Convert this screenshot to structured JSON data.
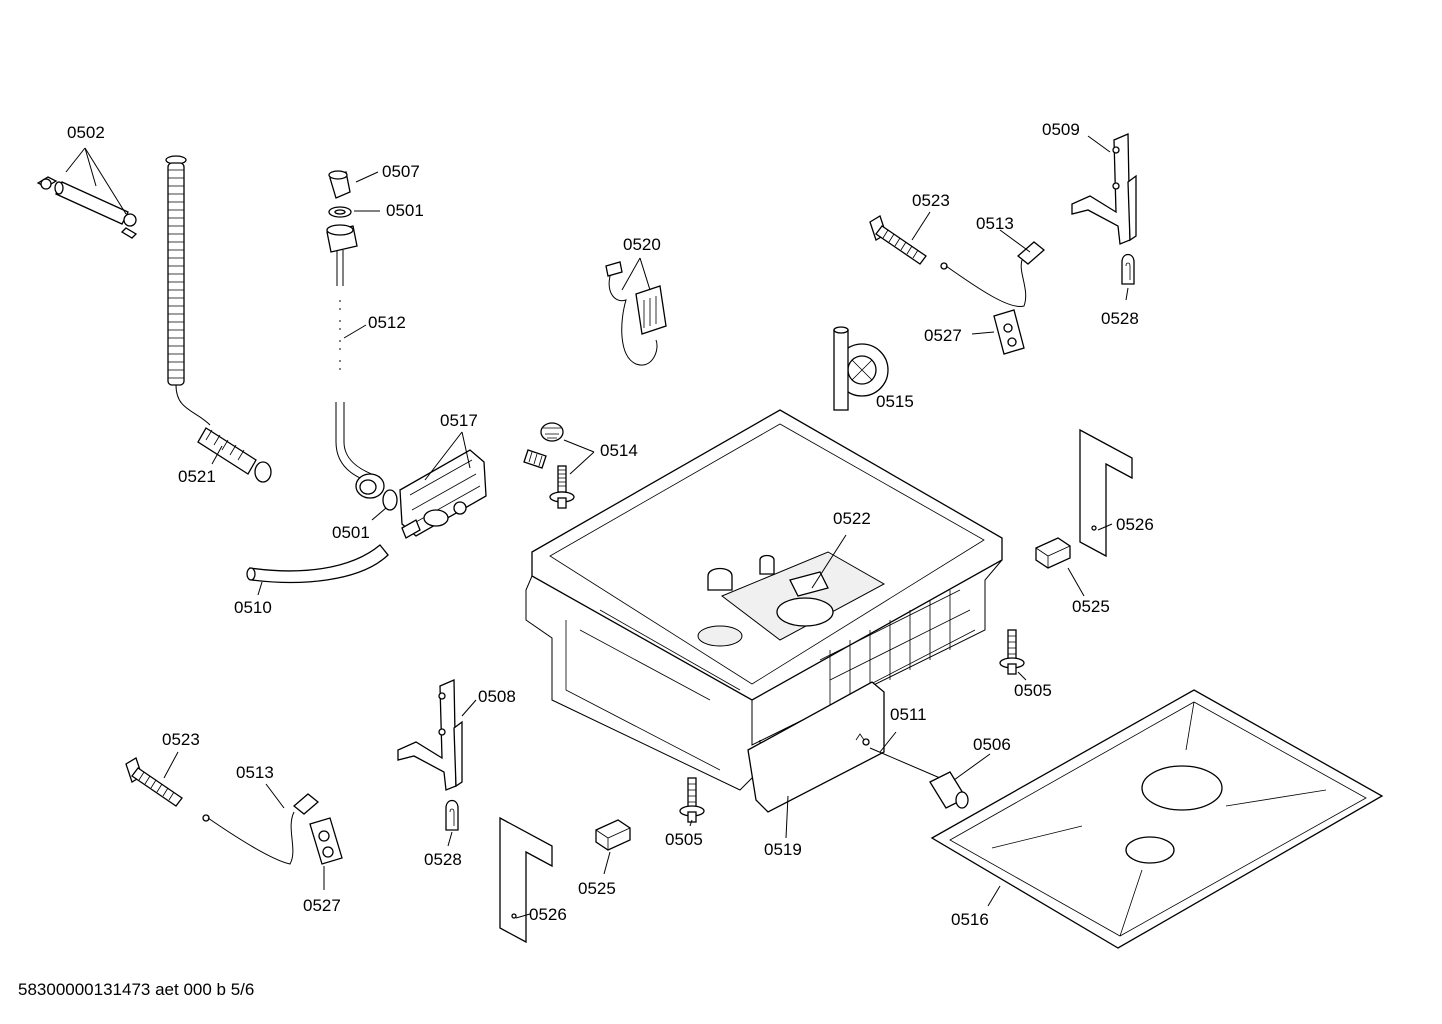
{
  "diagram": {
    "callouts": [
      "0502",
      "0507",
      "0501",
      "0512",
      "0521",
      "0517",
      "0501",
      "0510",
      "0520",
      "0514",
      "0523",
      "0513",
      "0509",
      "0528",
      "0527",
      "0515",
      "0522",
      "0526",
      "0525",
      "0505",
      "0508",
      "0523",
      "0513",
      "0528",
      "0527",
      "0526",
      "0525",
      "0505",
      "0519",
      "0511",
      "0506",
      "0516"
    ]
  },
  "footer": {
    "code": "58300000131473 aet 000 b 5/6"
  }
}
